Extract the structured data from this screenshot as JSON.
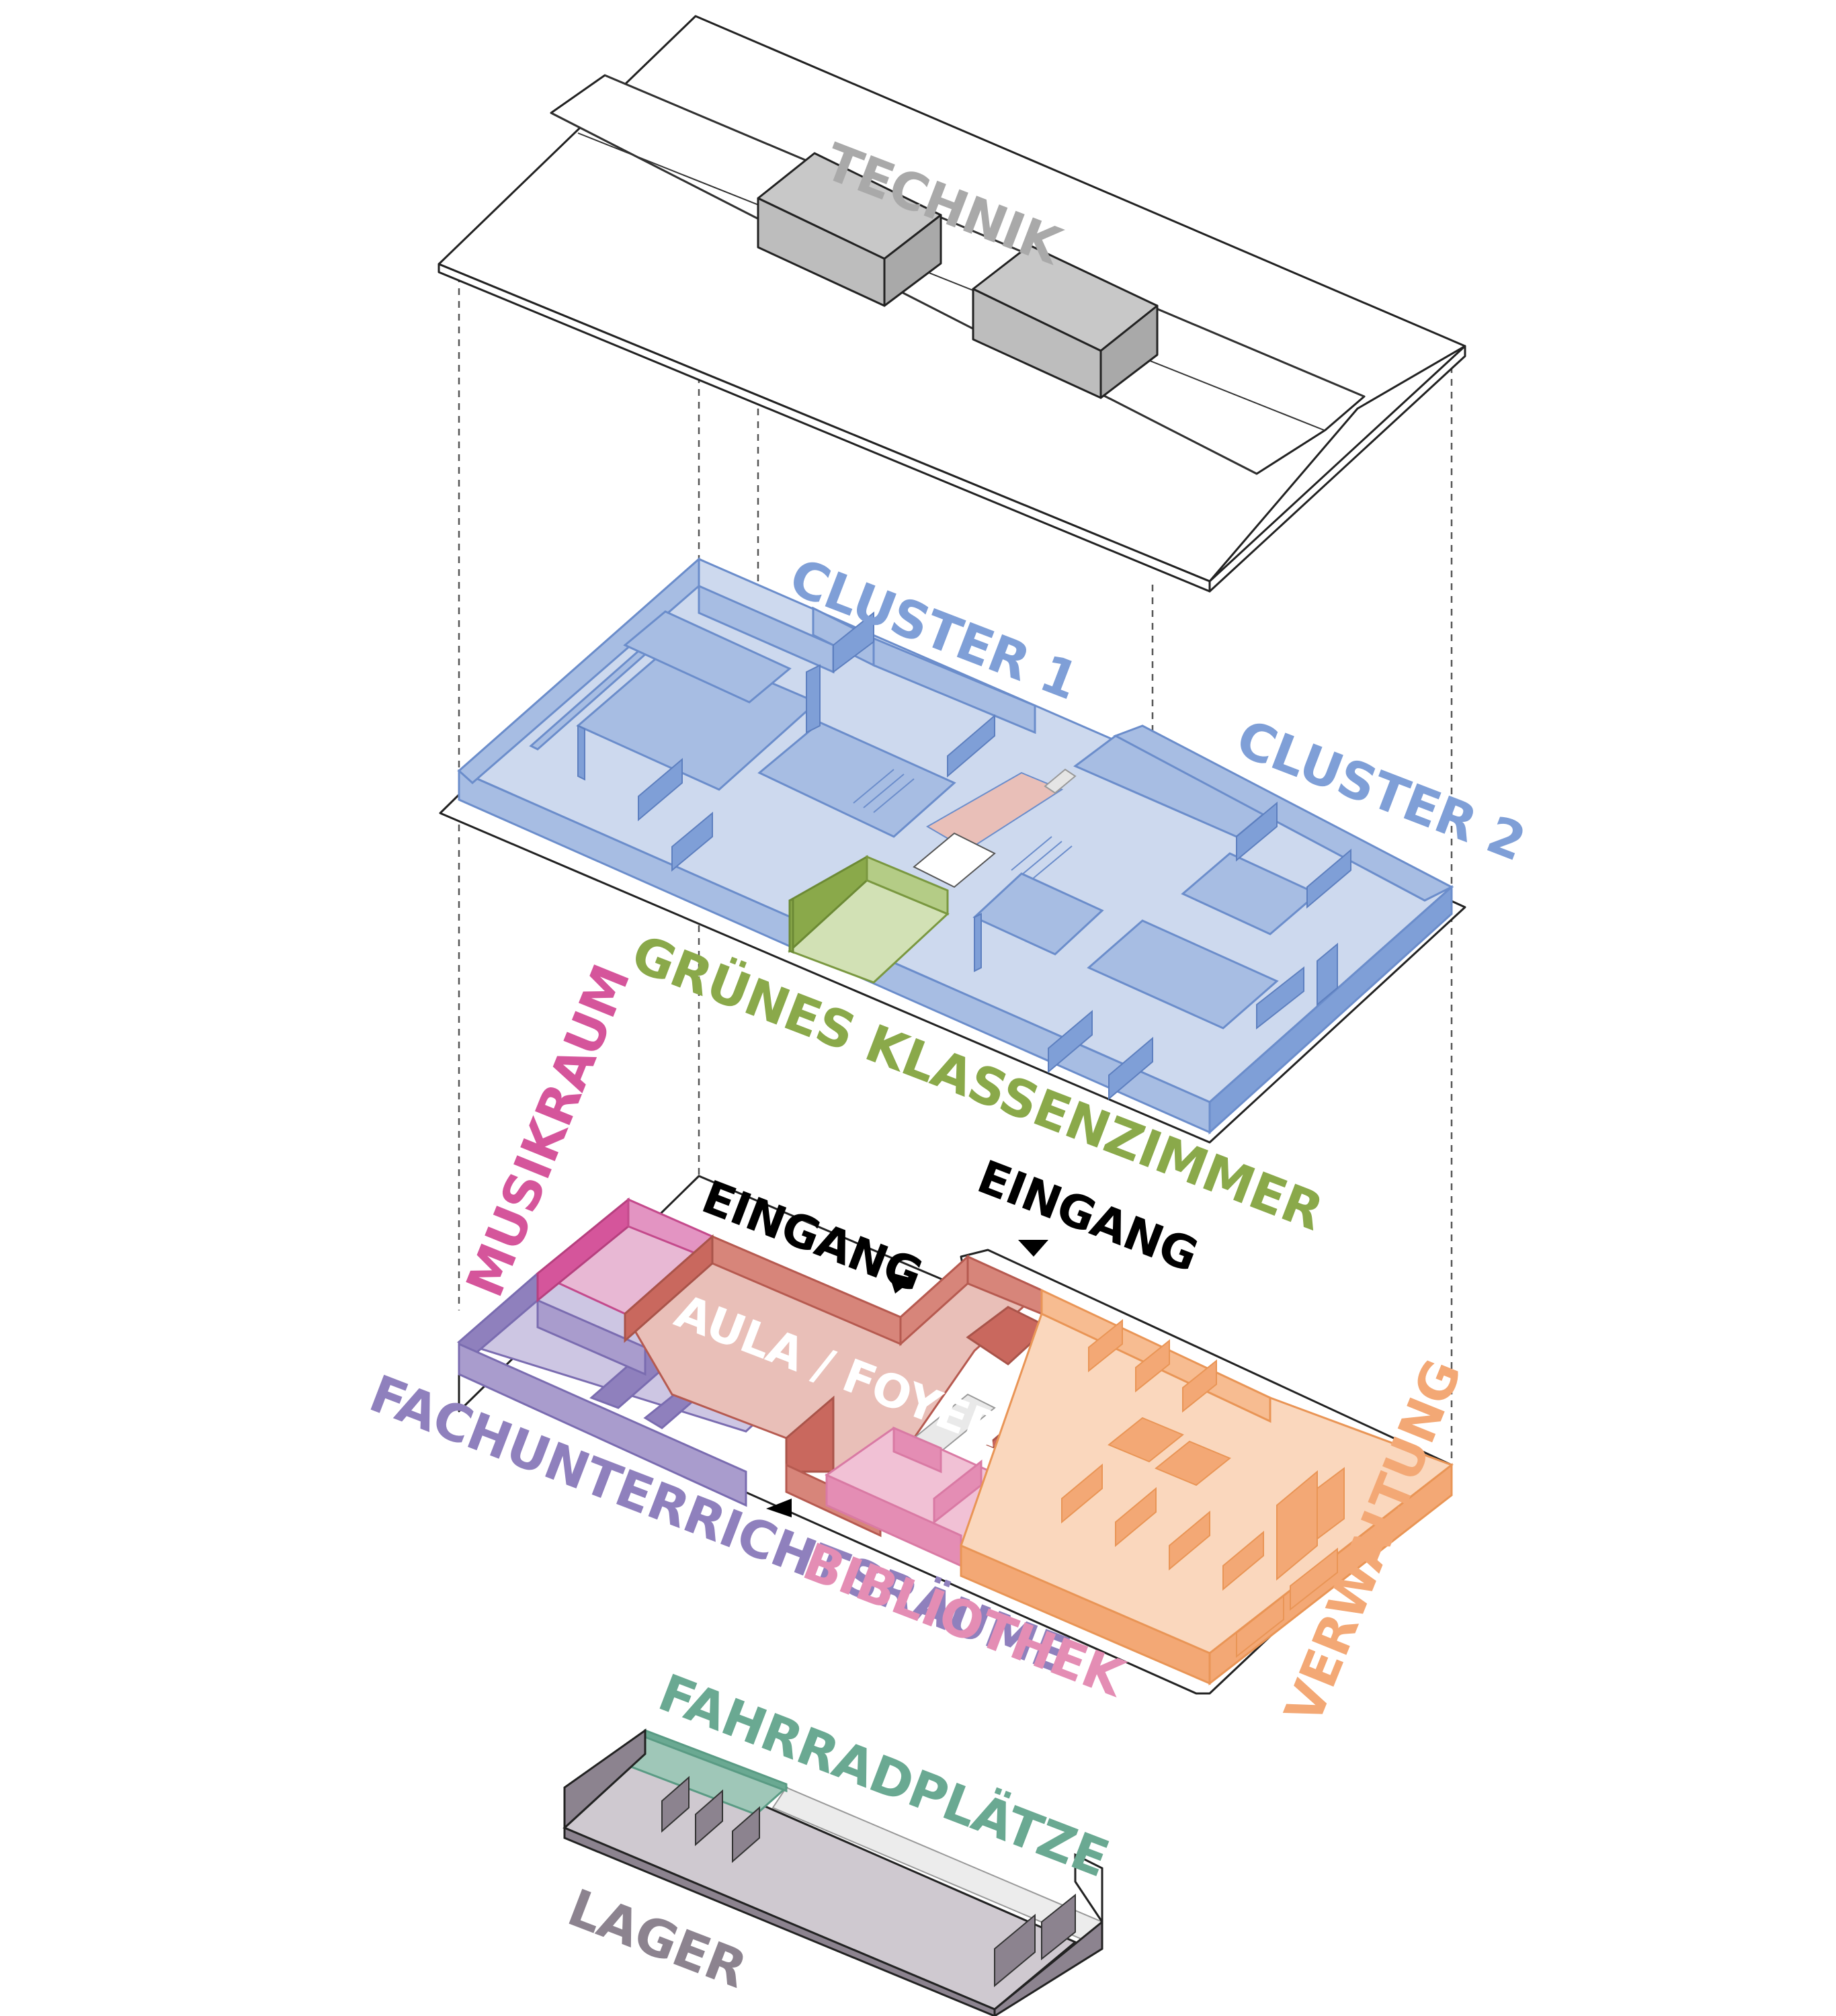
{
  "labels": {
    "technik": "TECHNIK",
    "cluster1": "CLUSTER 1",
    "cluster2": "CLUSTER 2",
    "gruenes": "GRÜNES KLASSENZIMMER",
    "musikraum": "MUSIKRAUM",
    "eingang_1": "EINGANG",
    "eingang_2": "EINGANG",
    "aula": "AULA / FOYER",
    "fachunterricht": "FACHUNTERRICHTSRÄUME",
    "bibliothek": "BIBLIOTHEK",
    "verwaltung": "VERWALTUNG",
    "fahrrad": "FAHRRADPLÄTZE",
    "lager": "LAGER"
  },
  "colors": {
    "technik": "#a9a9a9",
    "cluster": "#7f9fd7",
    "cluster_floor": "#cdd9ee",
    "gruenes": "#8aa94a",
    "gruenes_floor": "#d2e1b5",
    "musik": "#d5559b",
    "aula": "#c9685e",
    "aula_floor": "#e9bfb8",
    "fach": "#8f80bd",
    "fach_floor": "#cdc6e3",
    "bibliothek": "#e48db4",
    "verwaltung": "#f3a875",
    "verwaltung_floor": "#fad7bd",
    "fahrrad": "#6aa992",
    "fahrrad_floor": "#9fc7b8",
    "lager": "#8c838f",
    "lager_floor": "#cfc9d0",
    "eingang": "#000000"
  }
}
